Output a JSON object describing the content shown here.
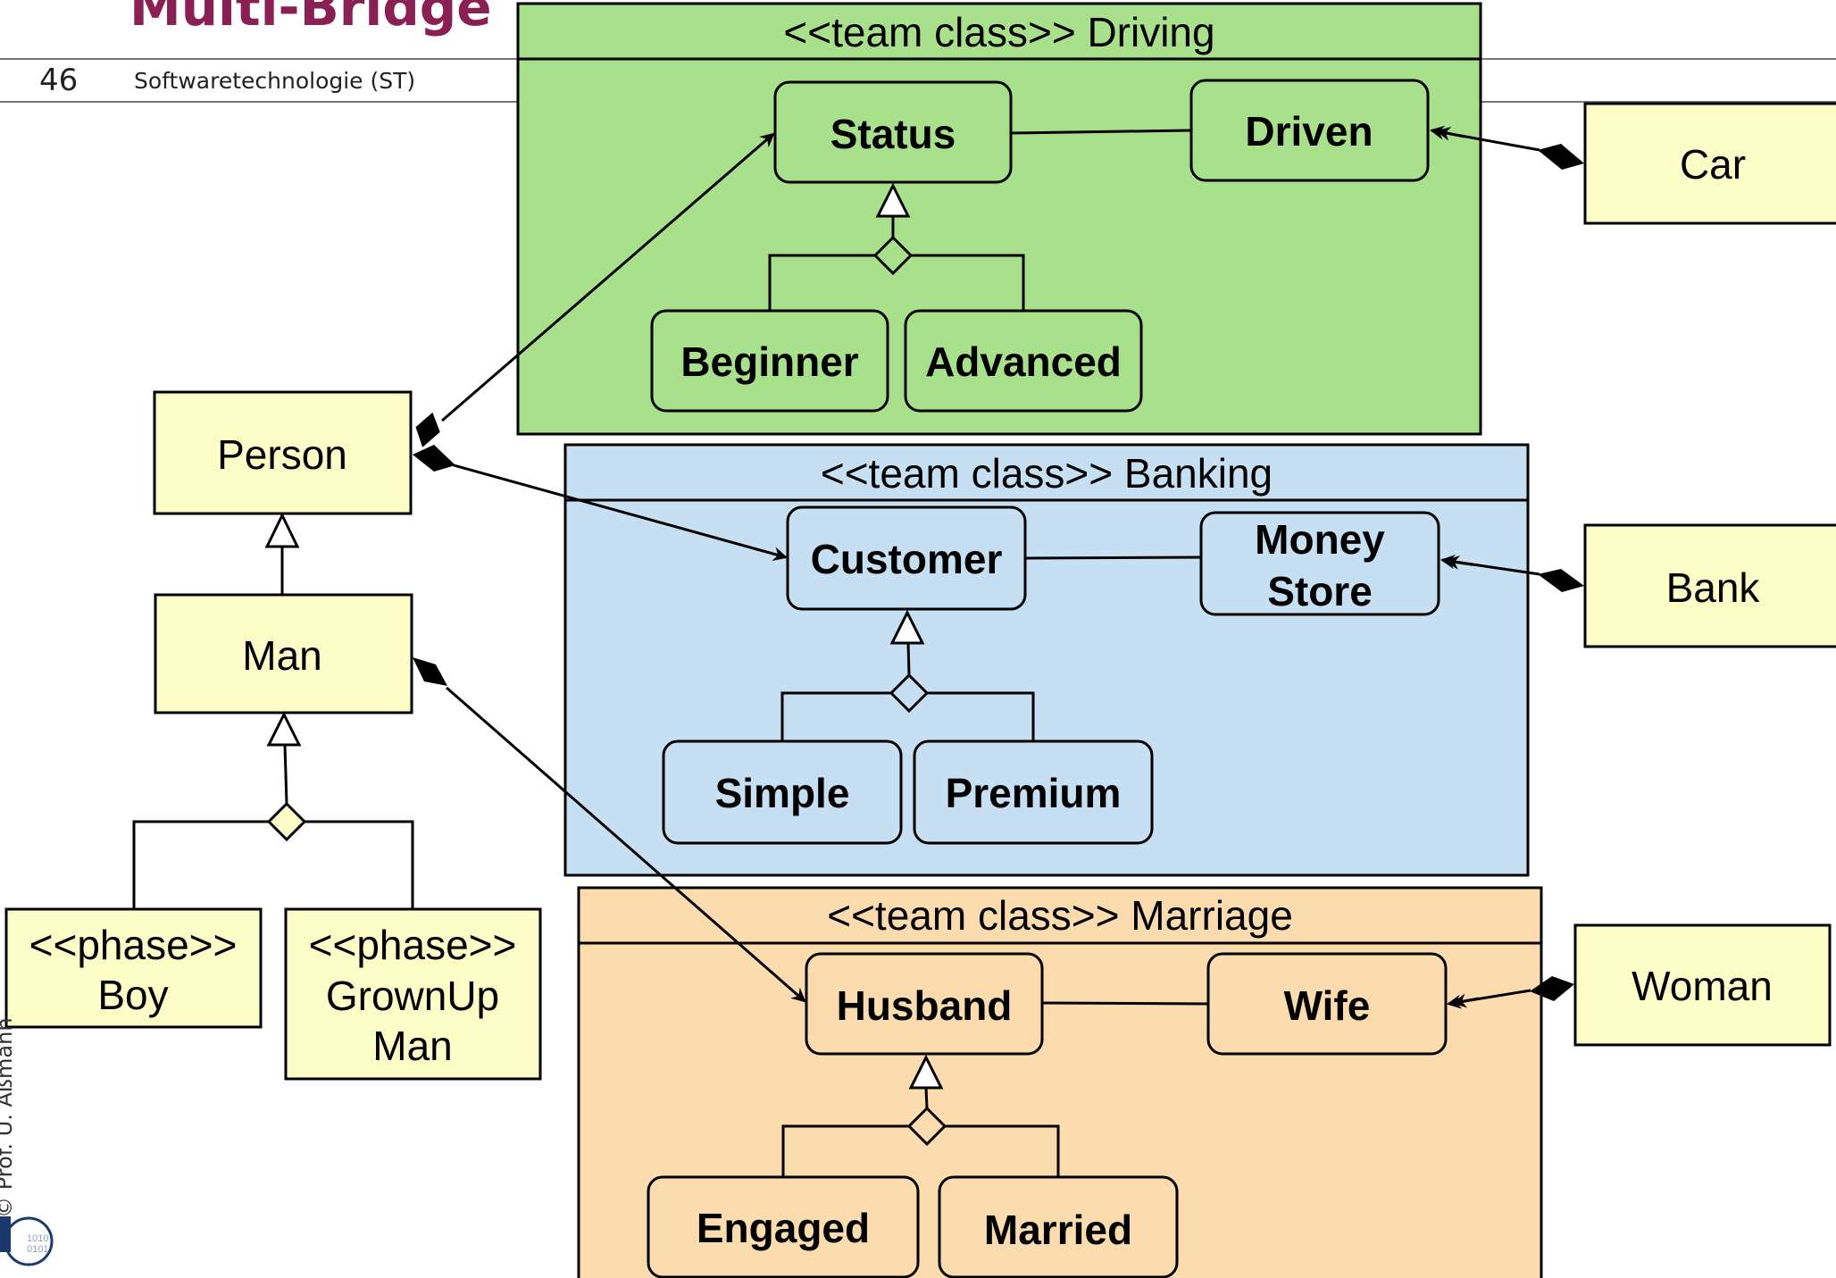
{
  "slide": {
    "title": "Multi-Bridge",
    "page_number": "46",
    "course": "Softwaretechnologie (ST)",
    "author": "© Prof. U. Aßmann"
  },
  "colors": {
    "title": "#8a1f54",
    "driving_fill": "#a8e08c",
    "banking_fill": "#c6dff2",
    "marriage_fill": "#fcdbae",
    "base_class_fill": "#fdfdc8"
  },
  "teams": {
    "driving": {
      "header": "<<team class>> Driving",
      "role_main": "Status",
      "role_partner": "Driven",
      "sub_left": "Beginner",
      "sub_right": "Advanced"
    },
    "banking": {
      "header": "<<team class>> Banking",
      "role_main": "Customer",
      "role_partner_1": "Money",
      "role_partner_2": "Store",
      "sub_left": "Simple",
      "sub_right": "Premium"
    },
    "marriage": {
      "header": "<<team class>> Marriage",
      "role_main": "Husband",
      "role_partner": "Wife",
      "sub_left": "Engaged",
      "sub_right": "Married"
    }
  },
  "classes": {
    "person": "Person",
    "man": "Man",
    "boy_stereotype": "<<phase>>",
    "boy_name": "Boy",
    "grownup_stereotype": "<<phase>>",
    "grownup_name_1": "GrownUp",
    "grownup_name_2": "Man",
    "car": "Car",
    "bank": "Bank",
    "woman": "Woman"
  }
}
